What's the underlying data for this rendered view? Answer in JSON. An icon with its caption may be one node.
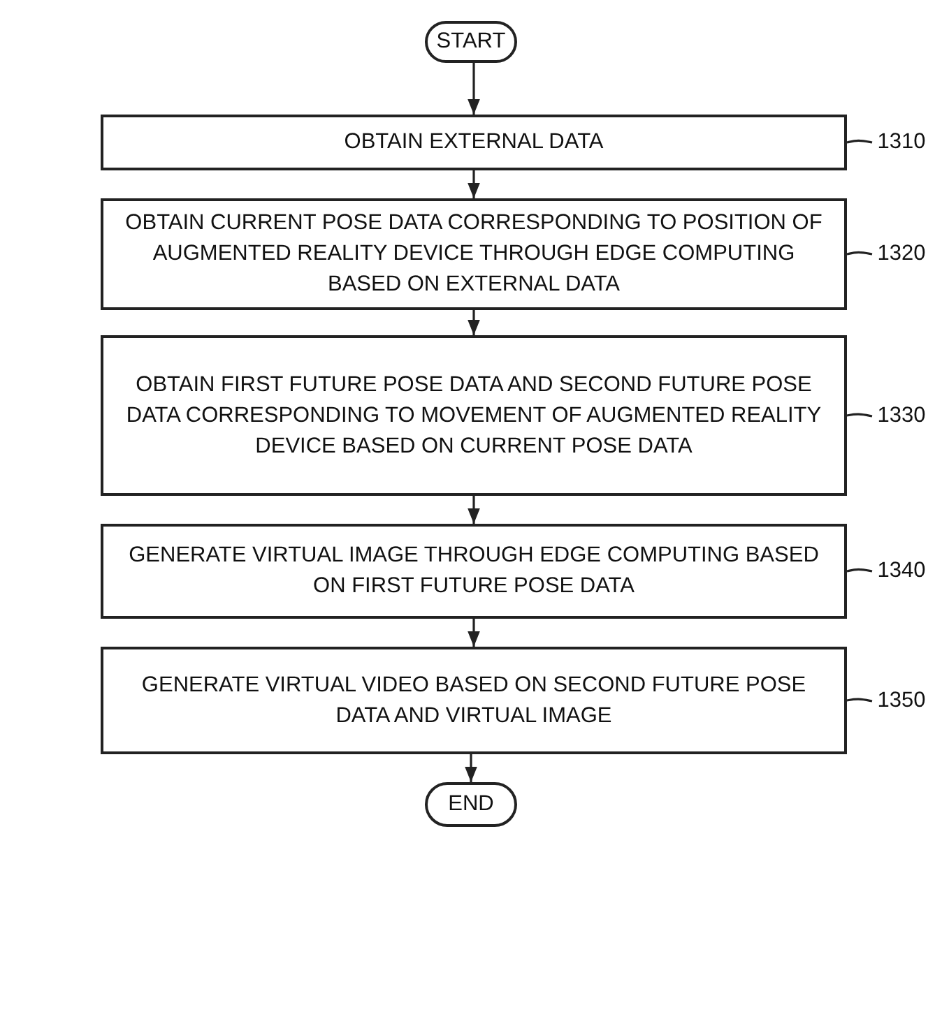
{
  "diagram": {
    "nodes": [
      {
        "text": [
          "START"
        ]
      },
      {
        "text": [
          "OBTAIN EXTERNAL DATA"
        ]
      },
      {
        "text": [
          "OBTAIN CURRENT POSE DATA CORRESPONDING TO POSITION OF AUGMENTED REALITY DEVICE THROUGH EDGE COMPUTING BASED ON EXTERNAL DATA"
        ]
      },
      {
        "text": [
          "OBTAIN FIRST FUTURE POSE DATA AND SECOND FUTURE POSE DATA CORRESPONDING TO MOVEMENT OF AUGMENTED REALITY DEVICE BASED ON CURRENT POSE DATA"
        ]
      },
      {
        "text": [
          "GENERATE VIRTUAL IMAGE THROUGH EDGE COMPUTING BASED ON FIRST FUTURE POSE DATA"
        ]
      },
      {
        "text": [
          "GENERATE VIRTUAL VIDEO BASED ON SECOND FUTURE POSE DATA AND VIRTUAL IMAGE"
        ]
      },
      {
        "text": [
          "END"
        ]
      },
      {
        "text": [
          "1310"
        ]
      },
      {
        "text": [
          "1320"
        ]
      },
      {
        "text": [
          "1330"
        ]
      },
      {
        "text": [
          "1340"
        ]
      },
      {
        "text": [
          "1350"
        ]
      }
    ],
    "edges": [
      {
        "from": 0,
        "to": 1,
        "arrow": "to"
      },
      {
        "from": 1,
        "to": 2,
        "arrow": "to"
      },
      {
        "from": 2,
        "to": 3,
        "arrow": "to"
      },
      {
        "from": 3,
        "to": 4,
        "arrow": "to"
      },
      {
        "from": 4,
        "to": 5,
        "arrow": "to"
      },
      {
        "from": 5,
        "to": 6,
        "arrow": "to"
      },
      {
        "from": 7,
        "to": 1,
        "arrow": "none"
      },
      {
        "from": 8,
        "to": 2,
        "arrow": "none"
      },
      {
        "from": 9,
        "to": 3,
        "arrow": "none"
      },
      {
        "from": 10,
        "to": 4,
        "arrow": "none"
      },
      {
        "from": 11,
        "to": 5,
        "arrow": "none"
      }
    ]
  }
}
